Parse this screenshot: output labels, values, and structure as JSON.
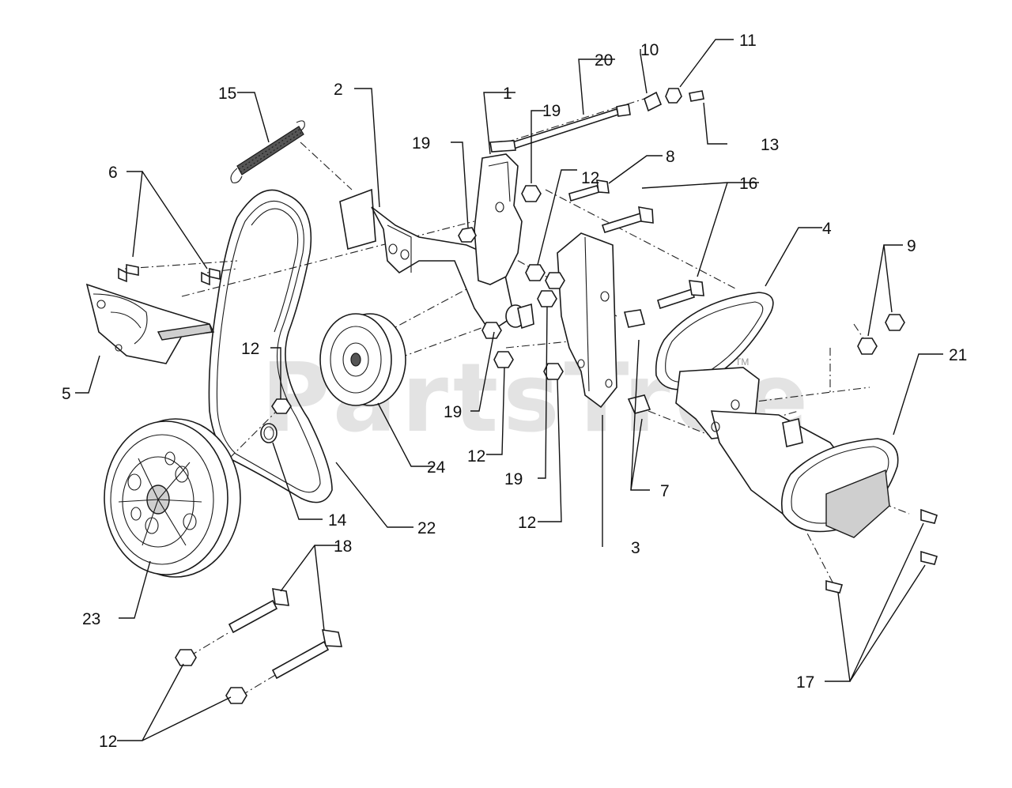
{
  "watermark": "PartsTree",
  "trademark": "TM",
  "callouts": [
    "1",
    "2",
    "3",
    "4",
    "5",
    "6",
    "7",
    "8",
    "9",
    "10",
    "11",
    "12",
    "13",
    "14",
    "15",
    "16",
    "17",
    "18",
    "19",
    "20",
    "21",
    "22",
    "23",
    "24"
  ],
  "parts": {
    "15": "extension-spring",
    "22": "v-belt",
    "23": "engine-pulley",
    "24": "idler-pulley",
    "4": "gasket",
    "21": "transmission-housing"
  }
}
